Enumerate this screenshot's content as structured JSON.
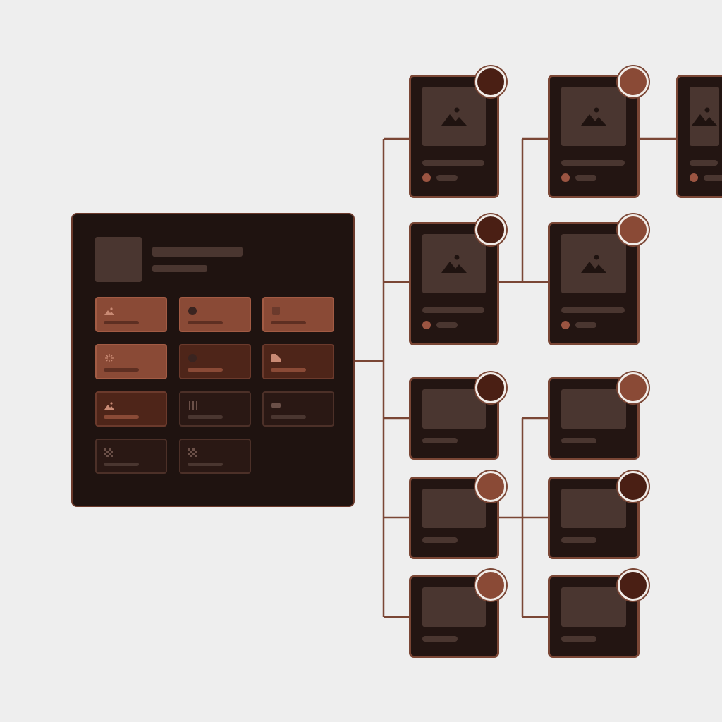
{
  "colors": {
    "background": "#eeeeee",
    "panel": "#1f1310",
    "card": "#231512",
    "accent": "#7a4635",
    "placeholder": "#4a3630",
    "badge_dark": "#4a1f14",
    "badge_light": "#8a4a36"
  },
  "panel": {
    "tiles": [
      {
        "style": "s1",
        "icon": "mountain-icon"
      },
      {
        "style": "s1",
        "icon": "circle-icon"
      },
      {
        "style": "s1",
        "icon": "square-icon"
      },
      {
        "style": "s1",
        "icon": "sparkle-icon"
      },
      {
        "style": "s2",
        "icon": "circle-icon"
      },
      {
        "style": "s2",
        "icon": "note-icon"
      },
      {
        "style": "s2",
        "icon": "mountain-icon"
      },
      {
        "style": "s3",
        "icon": "bars-icon"
      },
      {
        "style": "s3",
        "icon": "chat-icon"
      },
      {
        "style": "s3",
        "icon": "checker-icon"
      },
      {
        "style": "s3",
        "icon": "checker-icon"
      }
    ]
  },
  "cards": [
    {
      "type": "big",
      "badge": "dark"
    },
    {
      "type": "big",
      "badge": "light"
    },
    {
      "type": "big",
      "badge": "none"
    },
    {
      "type": "big",
      "badge": "dark"
    },
    {
      "type": "big",
      "badge": "light"
    },
    {
      "type": "small",
      "badge": "dark"
    },
    {
      "type": "small",
      "badge": "light"
    },
    {
      "type": "small",
      "badge": "light"
    },
    {
      "type": "small",
      "badge": "dark"
    },
    {
      "type": "small",
      "badge": "light"
    },
    {
      "type": "small",
      "badge": "dark"
    }
  ]
}
